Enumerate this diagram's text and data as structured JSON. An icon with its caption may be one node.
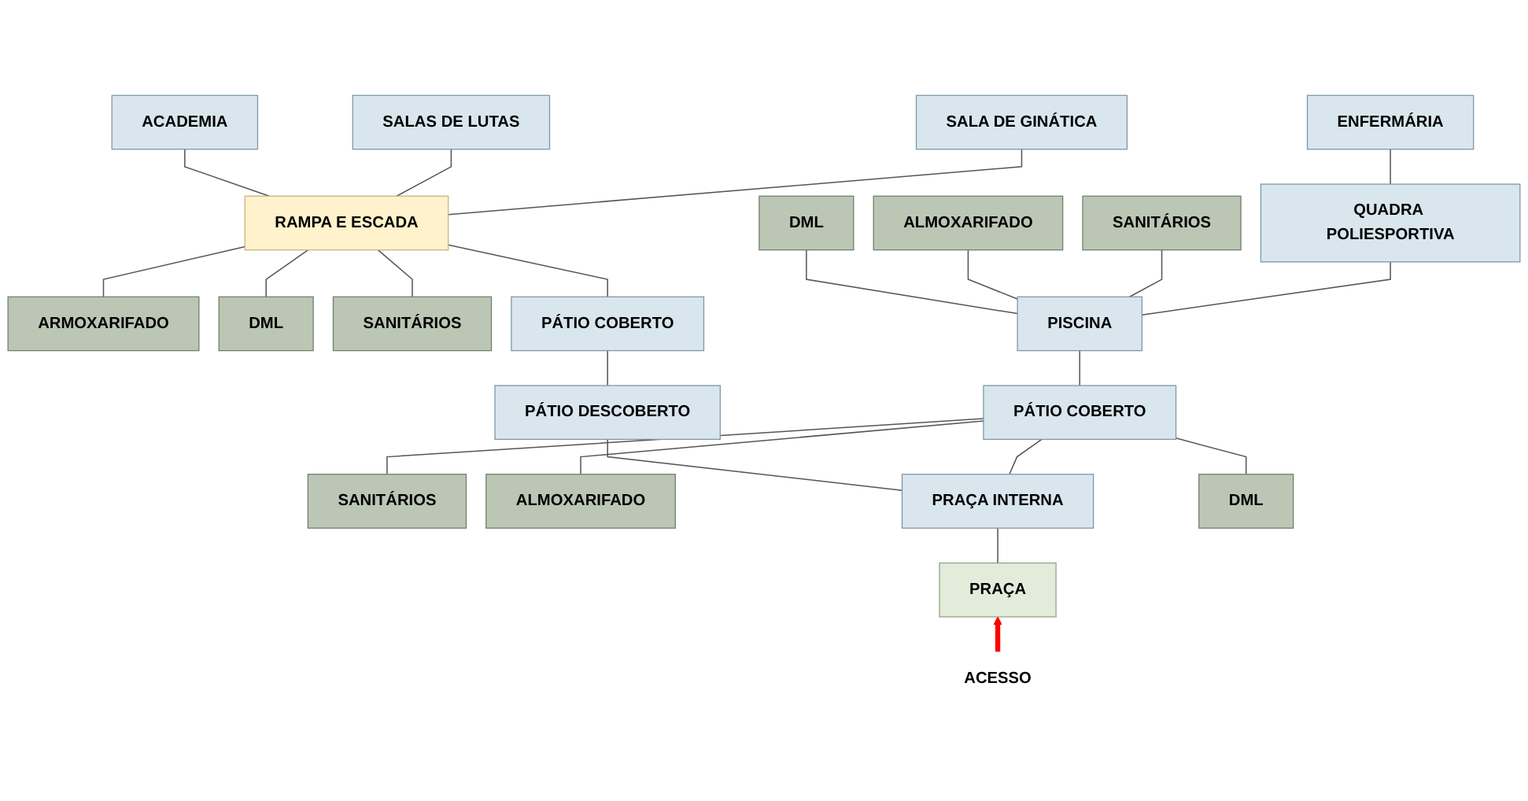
{
  "diagram": {
    "nodes": [
      {
        "text": [
          "SANITÁRIOS"
        ]
      },
      {
        "text": [
          "ENFERMÁRIA"
        ]
      },
      {
        "text": [
          "SALA DE GINÁTICA"
        ]
      },
      {
        "text": [
          "SALAS DE LUTAS"
        ]
      },
      {
        "text": [
          "ACADEMIA"
        ]
      },
      {
        "text": [
          "ALMOXARIFADO"
        ]
      },
      {
        "text": [
          "QUADRA POLIESPORTIVA"
        ]
      },
      {
        "text": [
          "RAMPA E ESCADA"
        ]
      },
      {
        "text": [
          "ARMOXARIFADO"
        ]
      },
      {
        "text": [
          "DML"
        ]
      },
      {
        "text": [
          "SANITÁRIOS"
        ]
      },
      {
        "text": [
          "DML"
        ]
      },
      {
        "text": [
          "PISCINA"
        ]
      },
      {
        "text": [
          "PÁTIO COBERTO"
        ]
      },
      {
        "text": [
          "SANITÁRIOS"
        ]
      },
      {
        "text": [
          "PÁTIO COBERTO"
        ]
      },
      {
        "text": [
          "PÁTIO DESCOBERTO"
        ]
      },
      {
        "text": [
          "ALMOXARIFADO"
        ]
      },
      {
        "text": [
          "PRAÇA INTERNA"
        ]
      },
      {
        "text": [
          "DML"
        ]
      },
      {
        "text": [
          "PRAÇA"
        ]
      },
      {
        "text": [
          "ACESSO"
        ]
      }
    ],
    "edges": [
      {
        "from": 21,
        "to": 20,
        "arrow": "to",
        "style": "thick",
        "color": "#ff0000"
      },
      {
        "from": 20,
        "to": 18,
        "arrow": "none"
      },
      {
        "from": 18,
        "to": 15,
        "arrow": "none"
      },
      {
        "from": 15,
        "to": 12,
        "arrow": "none"
      },
      {
        "from": 12,
        "to": 6,
        "arrow": "none"
      },
      {
        "from": 6,
        "to": 1,
        "arrow": "none"
      },
      {
        "from": 12,
        "to": 0,
        "arrow": "none"
      },
      {
        "from": 12,
        "to": 5,
        "arrow": "none"
      },
      {
        "from": 12,
        "to": 11,
        "arrow": "none"
      },
      {
        "from": 14,
        "to": 15,
        "arrow": "none"
      },
      {
        "from": 17,
        "to": 15,
        "arrow": "none"
      },
      {
        "from": 19,
        "to": 15,
        "arrow": "none"
      },
      {
        "from": 18,
        "to": 16,
        "arrow": "none"
      },
      {
        "from": 16,
        "to": 13,
        "arrow": "none"
      },
      {
        "from": 13,
        "to": 7,
        "arrow": "none"
      },
      {
        "from": 8,
        "to": 7,
        "arrow": "none"
      },
      {
        "from": 9,
        "to": 7,
        "arrow": "none"
      },
      {
        "from": 10,
        "to": 7,
        "arrow": "none"
      },
      {
        "from": 7,
        "to": 2,
        "arrow": "none"
      },
      {
        "from": 7,
        "to": 3,
        "arrow": "none"
      },
      {
        "from": 7,
        "to": 4,
        "arrow": "none"
      }
    ]
  }
}
